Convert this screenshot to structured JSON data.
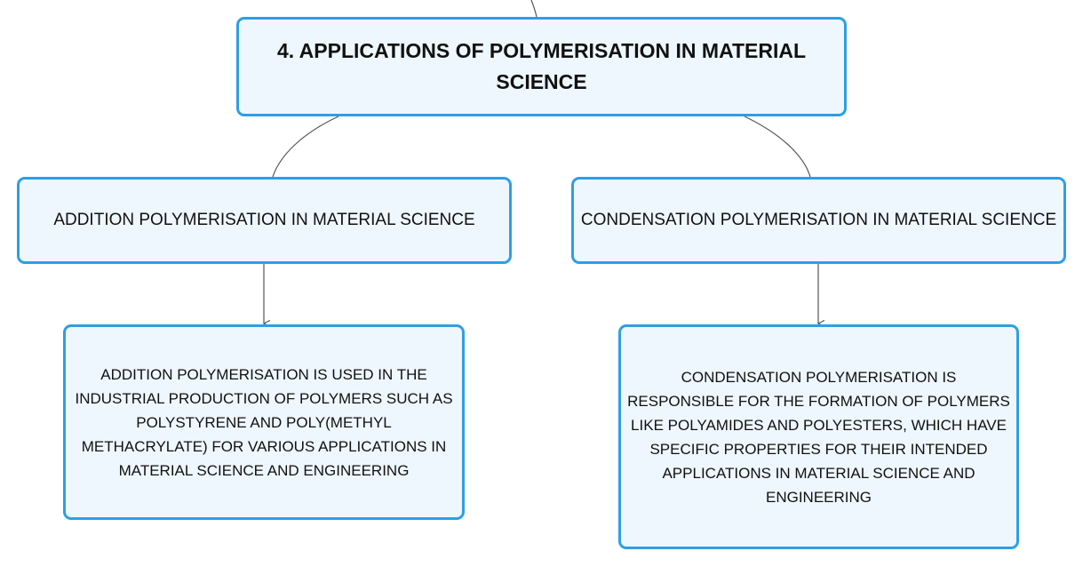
{
  "diagram": {
    "root": {
      "text": "4. APPLICATIONS OF POLYMERISATION IN MATERIAL SCIENCE"
    },
    "branches": [
      {
        "title": "ADDITION POLYMERISATION IN MATERIAL SCIENCE",
        "detail": "ADDITION POLYMERISATION IS USED IN THE INDUSTRIAL PRODUCTION OF POLYMERS SUCH AS POLYSTYRENE AND POLY(METHYL METHACRYLATE) FOR VARIOUS APPLICATIONS IN MATERIAL SCIENCE AND ENGINEERING"
      },
      {
        "title": "CONDENSATION POLYMERISATION IN MATERIAL SCIENCE",
        "detail": "CONDENSATION POLYMERISATION IS RESPONSIBLE FOR THE FORMATION OF POLYMERS LIKE POLYAMIDES AND POLYESTERS, WHICH HAVE SPECIFIC PROPERTIES FOR THEIR INTENDED APPLICATIONS IN MATERIAL SCIENCE AND ENGINEERING"
      }
    ],
    "colors": {
      "node_border": "#2f9ee3",
      "node_fill": "#eef7fd",
      "connector": "#555555",
      "text": "#111111"
    }
  }
}
